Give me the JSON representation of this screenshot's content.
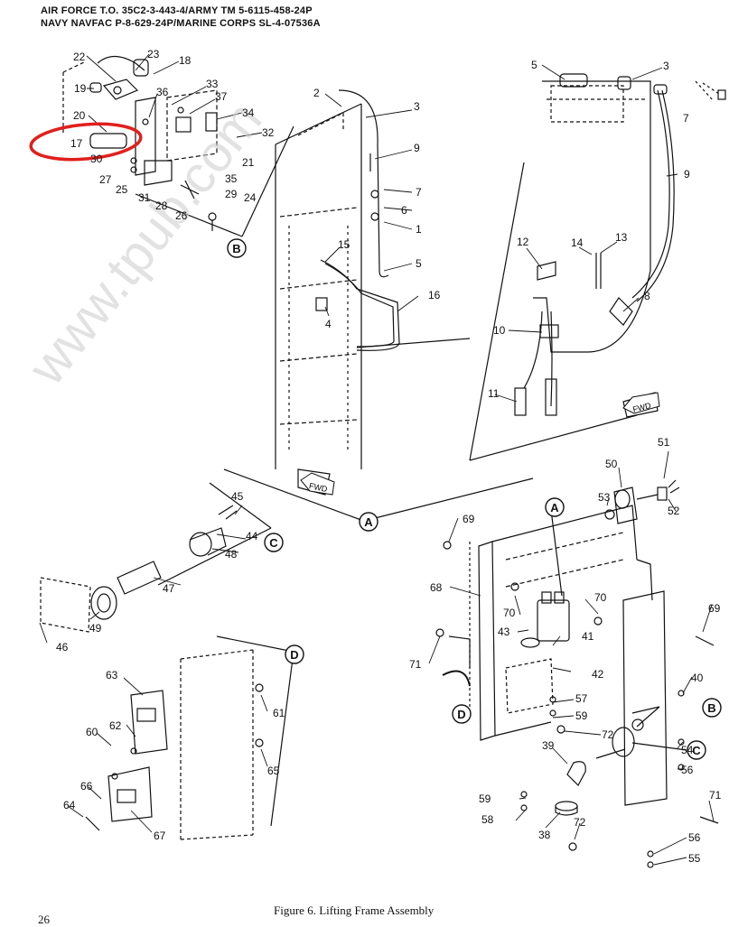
{
  "header": {
    "line1": "AIR FORCE T.O. 35C2-3-443-4/ARMY TM 5-6115-458-24P",
    "line2": "NAVY NAVFAC P-8-629-24P/MARINE CORPS SL-4-07536A"
  },
  "figure": {
    "caption": "Figure 6.   Lifting Frame Assembly",
    "page_number": "26",
    "watermark": "www.tpub.com"
  },
  "circle_labels": {
    "a1": "A",
    "a2": "A",
    "b1": "B",
    "b2": "B",
    "c1": "C",
    "c2": "C",
    "d1": "D",
    "d2": "D"
  },
  "fwd_labels": {
    "f1": "FWD",
    "f2": "FWD"
  },
  "callouts": {
    "n1": "1",
    "n2": "2",
    "n3a": "3",
    "n3b": "3",
    "n4": "4",
    "n5a": "5",
    "n5b": "5",
    "n6": "6",
    "n7a": "7",
    "n7b": "7",
    "n8": "8",
    "n9a": "9",
    "n9b": "9",
    "n10": "10",
    "n11": "11",
    "n12": "12",
    "n13": "13",
    "n14": "14",
    "n15": "15",
    "n16": "16",
    "n17": "17",
    "n18": "18",
    "n19": "19",
    "n20": "20",
    "n21": "21",
    "n22": "22",
    "n23": "23",
    "n24": "24",
    "n25": "25",
    "n26": "26",
    "n27": "27",
    "n28": "28",
    "n29": "29",
    "n30": "30",
    "n31": "31",
    "n32": "32",
    "n33": "33",
    "n34": "34",
    "n35": "35",
    "n36": "36",
    "n37": "37",
    "n38": "38",
    "n39": "39",
    "n40": "40",
    "n41": "41",
    "n42": "42",
    "n43": "43",
    "n44": "44",
    "n45": "45",
    "n46": "46",
    "n47": "47",
    "n48": "48",
    "n49": "49",
    "n50": "50",
    "n51": "51",
    "n52": "52",
    "n53": "53",
    "n54": "54",
    "n55": "55",
    "n56a": "56",
    "n56b": "56",
    "n57": "57",
    "n58": "58",
    "n59a": "59",
    "n59b": "59",
    "n60": "60",
    "n61": "61",
    "n62": "62",
    "n63": "63",
    "n64": "64",
    "n65": "65",
    "n66": "66",
    "n67": "67",
    "n68": "68",
    "n69a": "69",
    "n69b": "69",
    "n70a": "70",
    "n70b": "70",
    "n71a": "71",
    "n71b": "71",
    "n72a": "72",
    "n72b": "72"
  },
  "colors": {
    "highlight": "#e0201c",
    "ink": "#111111",
    "watermark": "#cfcfcf"
  }
}
